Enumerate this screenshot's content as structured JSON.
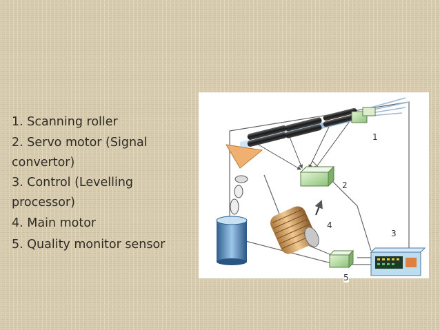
{
  "legend": {
    "items": [
      "1. Scanning roller",
      "2. Servo motor (Signal convertor)",
      "3. Control (Levelling processor)",
      "4. Main motor",
      "5. Quality monitor sensor"
    ]
  },
  "diagram": {
    "labels": {
      "n1": "1",
      "n2": "2",
      "n3": "3",
      "n4": "4",
      "n5": "5"
    }
  }
}
